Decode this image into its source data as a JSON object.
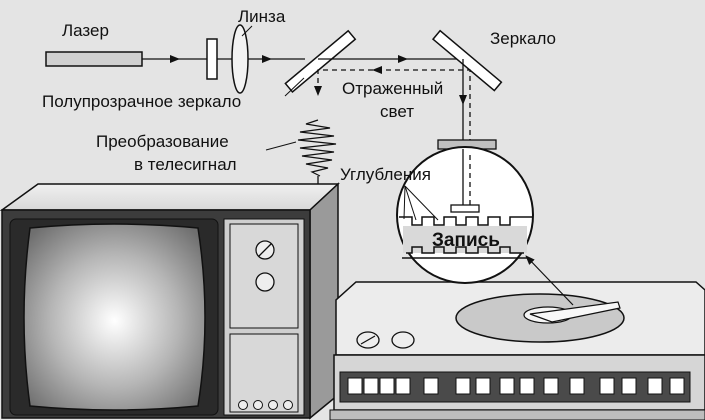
{
  "labels": {
    "laser": "Лазер",
    "lens": "Линза",
    "mirror": "Зеркало",
    "half_mirror": "Полупрозрачное зеркало",
    "reflected_light_1": "Отраженный",
    "reflected_light_2": "свет",
    "conversion_1": "Преобразование",
    "conversion_2": "в телесигнал",
    "pits": "Углубления",
    "record": "Запись"
  },
  "colors": {
    "background": "#e4e4e4",
    "stroke": "#111111",
    "panel": "#c8c8c8",
    "screen_dark": "#777777",
    "screen_light": "#ffffff"
  }
}
